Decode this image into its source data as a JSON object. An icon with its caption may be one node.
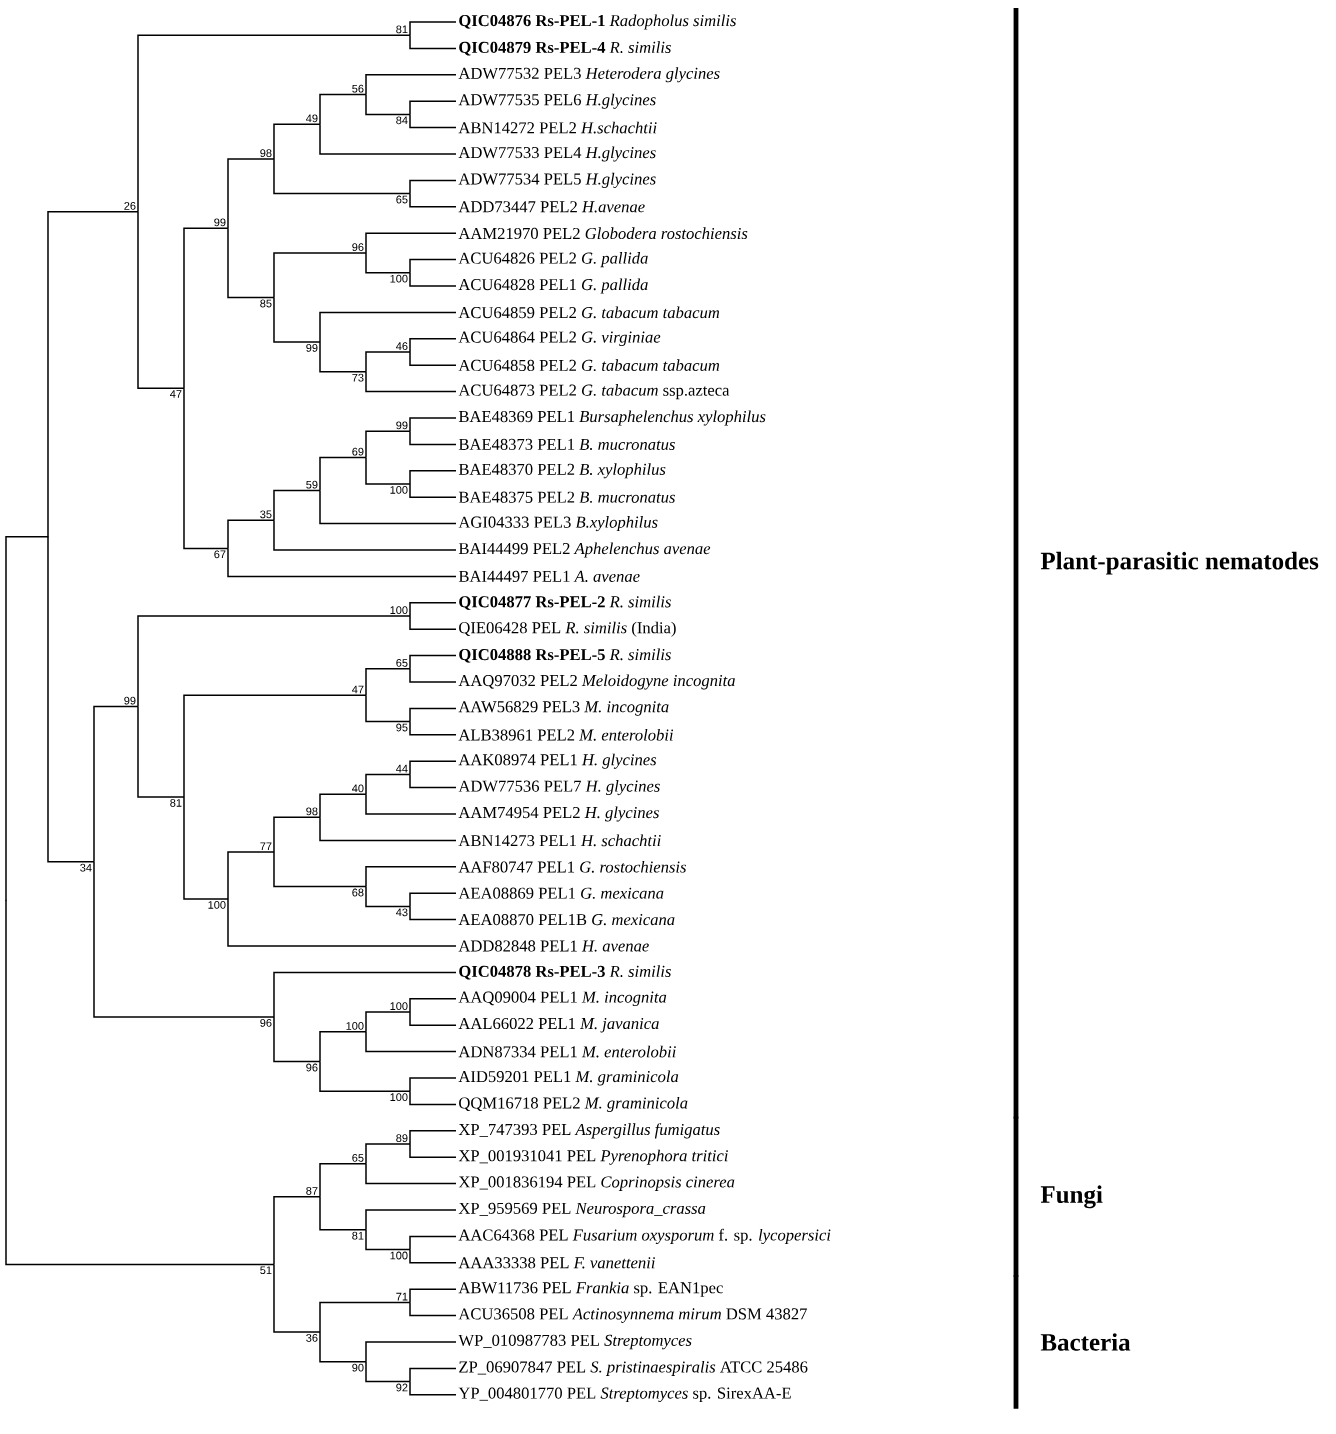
{
  "diagram": {
    "nodes": [
      {
        "text": [
          "**QIC04876 Rs-PEL-1** *Radopholus similis*"
        ]
      },
      {
        "text": [
          "**QIC04879 Rs-PEL-4** *R. similis*"
        ]
      },
      {
        "text": [
          "ADW77532 PEL3 *Heterodera glycines*"
        ]
      },
      {
        "text": [
          "ADW77535 PEL6 *H.glycines*"
        ]
      },
      {
        "text": [
          "ABN14272 PEL2 *H.schachtii*"
        ]
      },
      {
        "text": [
          "ADW77533 PEL4 *H.glycines*"
        ]
      },
      {
        "text": [
          "ADW77534 PEL5 *H.glycines*"
        ]
      },
      {
        "text": [
          "ADD73447 PEL2 *H.avenae*"
        ]
      },
      {
        "text": [
          "AAM21970 PEL2 *Globodera rostochiensis*"
        ]
      },
      {
        "text": [
          "ACU64826 PEL2 *G. pallida*"
        ]
      },
      {
        "text": [
          "ACU64828 PEL1 *G. pallida*"
        ]
      },
      {
        "text": [
          "ACU64859 PEL2 *G. tabacum tabacum*"
        ]
      },
      {
        "text": [
          "ACU64864 PEL2 *G. virginiae*"
        ]
      },
      {
        "text": [
          "ACU64858 PEL2 *G. tabacum tabacum*"
        ]
      },
      {
        "text": [
          "ACU64873 PEL2 *G. tabacum* ssp.azteca"
        ]
      },
      {
        "text": [
          "BAE48369 PEL1 *Bursaphelenchus xylophilus*"
        ]
      },
      {
        "text": [
          "BAE48373 PEL1 *B. mucronatus*"
        ]
      },
      {
        "text": [
          "BAE48370 PEL2 *B. xylophilus*"
        ]
      },
      {
        "text": [
          "BAE48375 PEL2 *B. mucronatus*"
        ]
      },
      {
        "text": [
          "AGI04333 PEL3 *B.xylophilus*"
        ]
      },
      {
        "text": [
          "BAI44499 PEL2 *Aphelenchus avenae*"
        ]
      },
      {
        "text": [
          "BAI44497 PEL1 *A. avenae*"
        ]
      },
      {
        "text": [
          "**QIC04877 Rs-PEL-2** *R. similis*"
        ]
      },
      {
        "text": [
          "QIE06428 PEL *R. similis* (India)"
        ]
      },
      {
        "text": [
          "**QIC04888 Rs-PEL-5** *R. similis*"
        ]
      },
      {
        "text": [
          "AAQ97032 PEL2 *Meloidogyne incognita*"
        ]
      },
      {
        "text": [
          "AAW56829 PEL3 *M. incognita*"
        ]
      },
      {
        "text": [
          "ALB38961 PEL2 *M. enterolobii*"
        ]
      },
      {
        "text": [
          "AAK08974 PEL1 *H. glycines*"
        ]
      },
      {
        "text": [
          "ADW77536 PEL7 *H. glycines*"
        ]
      },
      {
        "text": [
          "AAM74954 PEL2 *H. glycines*"
        ]
      },
      {
        "text": [
          "ABN14273 PEL1 *H. schachtii*"
        ]
      },
      {
        "text": [
          "AAF80747 PEL1 *G. rostochiensis*"
        ]
      },
      {
        "text": [
          "AEA08869 PEL1 *G. mexicana*"
        ]
      },
      {
        "text": [
          "AEA08870 PEL1B *G. mexicana*"
        ]
      },
      {
        "text": [
          "ADD82848 PEL1 *H. avenae*"
        ]
      },
      {
        "text": [
          "**QIC04878 Rs-PEL-3** *R. similis*"
        ]
      },
      {
        "text": [
          "AAQ09004 PEL1 *M. incognita*"
        ]
      },
      {
        "text": [
          "AAL66022 PEL1 *M. javanica*"
        ]
      },
      {
        "text": [
          "ADN87334 PEL1 *M. enterolobii*"
        ]
      },
      {
        "text": [
          "AID59201 PEL1 *M. graminicola*"
        ]
      },
      {
        "text": [
          "QQM16718 PEL2 *M. graminicola*"
        ]
      },
      {
        "text": [
          "XP_747393 PEL *Aspergillus fumigatus*"
        ]
      },
      {
        "text": [
          "XP_001931041 PEL *Pyrenophora tritici*"
        ]
      },
      {
        "text": [
          "XP_001836194 PEL *Coprinopsis cinerea*"
        ]
      },
      {
        "text": [
          "XP_959569 PEL *Neurospora_crassa*"
        ]
      },
      {
        "text": [
          "AAC64368 PEL *Fusarium oxysporum* f. sp. *lycopersici*"
        ]
      },
      {
        "text": [
          "AAA33338 PEL *F. vanettenii*"
        ]
      },
      {
        "text": [
          "ABW11736 PEL *Frankia* sp. EAN1pec"
        ]
      },
      {
        "text": [
          "ACU36508 PEL *Actinosynnema mirum* DSM 43827"
        ]
      },
      {
        "text": [
          "WP_010987783 PEL *Streptomyces*"
        ]
      },
      {
        "text": [
          "ZP_06907847 PEL *S. pristinaespiralis* ATCC 25486"
        ]
      },
      {
        "text": [
          "YP_004801770 PEL *Streptomyces* sp. SirexAA-E"
        ]
      },
      {
        "text": [],
        "shape": "point"
      },
      {
        "text": [],
        "shape": "point"
      },
      {
        "text": [
          "26"
        ]
      },
      {
        "text": [
          "81"
        ]
      },
      {
        "text": [
          "47"
        ]
      },
      {
        "text": [
          "99"
        ]
      },
      {
        "text": [
          "98"
        ]
      },
      {
        "text": [
          "49"
        ]
      },
      {
        "text": [
          "56"
        ]
      },
      {
        "text": [
          "84"
        ]
      },
      {
        "text": [
          "65"
        ]
      },
      {
        "text": [
          "85"
        ]
      },
      {
        "text": [
          "96"
        ]
      },
      {
        "text": [
          "100"
        ]
      },
      {
        "text": [
          "99"
        ]
      },
      {
        "text": [
          "73"
        ]
      },
      {
        "text": [
          "46"
        ]
      },
      {
        "text": [
          "67"
        ]
      },
      {
        "text": [
          "35"
        ]
      },
      {
        "text": [
          "59"
        ]
      },
      {
        "text": [
          "69"
        ]
      },
      {
        "text": [
          "99"
        ]
      },
      {
        "text": [
          "100"
        ]
      },
      {
        "text": [
          "34"
        ]
      },
      {
        "text": [
          "99"
        ]
      },
      {
        "text": [
          "100"
        ]
      },
      {
        "text": [
          "81"
        ]
      },
      {
        "text": [
          "47"
        ]
      },
      {
        "text": [
          "65"
        ]
      },
      {
        "text": [
          "95"
        ]
      },
      {
        "text": [
          "100"
        ]
      },
      {
        "text": [
          "77"
        ]
      },
      {
        "text": [
          "98"
        ]
      },
      {
        "text": [
          "40"
        ]
      },
      {
        "text": [
          "44"
        ]
      },
      {
        "text": [
          "68"
        ]
      },
      {
        "text": [
          "43"
        ]
      },
      {
        "text": [
          "96"
        ]
      },
      {
        "text": [
          "96"
        ]
      },
      {
        "text": [
          "100"
        ]
      },
      {
        "text": [
          "100"
        ]
      },
      {
        "text": [
          "100"
        ]
      },
      {
        "text": [
          "51"
        ]
      },
      {
        "text": [
          "87"
        ]
      },
      {
        "text": [
          "65"
        ]
      },
      {
        "text": [
          "89"
        ]
      },
      {
        "text": [
          "81"
        ]
      },
      {
        "text": [
          "100"
        ]
      },
      {
        "text": [
          "36"
        ]
      },
      {
        "text": [
          "71"
        ]
      },
      {
        "text": [
          "90"
        ]
      },
      {
        "text": [
          "92"
        ]
      }
    ],
    "edges": [
      {
        "from": 53,
        "to": 54,
        "arrow": "none"
      },
      {
        "from": 53,
        "to": 95,
        "arrow": "none"
      },
      {
        "from": 54,
        "to": 55,
        "arrow": "none"
      },
      {
        "from": 54,
        "to": 76,
        "arrow": "none"
      },
      {
        "from": 55,
        "to": 56,
        "arrow": "none"
      },
      {
        "from": 55,
        "to": 57,
        "arrow": "none"
      },
      {
        "from": 56,
        "to": 0,
        "arrow": "none"
      },
      {
        "from": 56,
        "to": 1,
        "arrow": "none"
      },
      {
        "from": 57,
        "to": 58,
        "arrow": "none"
      },
      {
        "from": 57,
        "to": 70,
        "arrow": "none"
      },
      {
        "from": 58,
        "to": 59,
        "arrow": "none"
      },
      {
        "from": 58,
        "to": 64,
        "arrow": "none"
      },
      {
        "from": 59,
        "to": 60,
        "arrow": "none"
      },
      {
        "from": 59,
        "to": 63,
        "arrow": "none"
      },
      {
        "from": 60,
        "to": 61,
        "arrow": "none"
      },
      {
        "from": 60,
        "to": 5,
        "arrow": "none"
      },
      {
        "from": 61,
        "to": 2,
        "arrow": "none"
      },
      {
        "from": 61,
        "to": 62,
        "arrow": "none"
      },
      {
        "from": 62,
        "to": 3,
        "arrow": "none"
      },
      {
        "from": 62,
        "to": 4,
        "arrow": "none"
      },
      {
        "from": 63,
        "to": 6,
        "arrow": "none"
      },
      {
        "from": 63,
        "to": 7,
        "arrow": "none"
      },
      {
        "from": 64,
        "to": 65,
        "arrow": "none"
      },
      {
        "from": 64,
        "to": 67,
        "arrow": "none"
      },
      {
        "from": 65,
        "to": 8,
        "arrow": "none"
      },
      {
        "from": 65,
        "to": 66,
        "arrow": "none"
      },
      {
        "from": 66,
        "to": 9,
        "arrow": "none"
      },
      {
        "from": 66,
        "to": 10,
        "arrow": "none"
      },
      {
        "from": 67,
        "to": 11,
        "arrow": "none"
      },
      {
        "from": 67,
        "to": 68,
        "arrow": "none"
      },
      {
        "from": 68,
        "to": 69,
        "arrow": "none"
      },
      {
        "from": 68,
        "to": 14,
        "arrow": "none"
      },
      {
        "from": 69,
        "to": 12,
        "arrow": "none"
      },
      {
        "from": 69,
        "to": 13,
        "arrow": "none"
      },
      {
        "from": 70,
        "to": 71,
        "arrow": "none"
      },
      {
        "from": 70,
        "to": 21,
        "arrow": "none"
      },
      {
        "from": 71,
        "to": 72,
        "arrow": "none"
      },
      {
        "from": 71,
        "to": 20,
        "arrow": "none"
      },
      {
        "from": 72,
        "to": 73,
        "arrow": "none"
      },
      {
        "from": 72,
        "to": 19,
        "arrow": "none"
      },
      {
        "from": 73,
        "to": 74,
        "arrow": "none"
      },
      {
        "from": 73,
        "to": 75,
        "arrow": "none"
      },
      {
        "from": 74,
        "to": 15,
        "arrow": "none"
      },
      {
        "from": 74,
        "to": 16,
        "arrow": "none"
      },
      {
        "from": 75,
        "to": 17,
        "arrow": "none"
      },
      {
        "from": 75,
        "to": 18,
        "arrow": "none"
      },
      {
        "from": 76,
        "to": 77,
        "arrow": "none"
      },
      {
        "from": 76,
        "to": 90,
        "arrow": "none"
      },
      {
        "from": 77,
        "to": 78,
        "arrow": "none"
      },
      {
        "from": 77,
        "to": 79,
        "arrow": "none"
      },
      {
        "from": 78,
        "to": 22,
        "arrow": "none"
      },
      {
        "from": 78,
        "to": 23,
        "arrow": "none"
      },
      {
        "from": 79,
        "to": 80,
        "arrow": "none"
      },
      {
        "from": 79,
        "to": 83,
        "arrow": "none"
      },
      {
        "from": 80,
        "to": 81,
        "arrow": "none"
      },
      {
        "from": 80,
        "to": 82,
        "arrow": "none"
      },
      {
        "from": 81,
        "to": 24,
        "arrow": "none"
      },
      {
        "from": 81,
        "to": 25,
        "arrow": "none"
      },
      {
        "from": 82,
        "to": 26,
        "arrow": "none"
      },
      {
        "from": 82,
        "to": 27,
        "arrow": "none"
      },
      {
        "from": 83,
        "to": 84,
        "arrow": "none"
      },
      {
        "from": 83,
        "to": 35,
        "arrow": "none"
      },
      {
        "from": 84,
        "to": 85,
        "arrow": "none"
      },
      {
        "from": 84,
        "to": 88,
        "arrow": "none"
      },
      {
        "from": 85,
        "to": 86,
        "arrow": "none"
      },
      {
        "from": 85,
        "to": 31,
        "arrow": "none"
      },
      {
        "from": 86,
        "to": 87,
        "arrow": "none"
      },
      {
        "from": 86,
        "to": 30,
        "arrow": "none"
      },
      {
        "from": 87,
        "to": 28,
        "arrow": "none"
      },
      {
        "from": 87,
        "to": 29,
        "arrow": "none"
      },
      {
        "from": 88,
        "to": 32,
        "arrow": "none"
      },
      {
        "from": 88,
        "to": 89,
        "arrow": "none"
      },
      {
        "from": 89,
        "to": 33,
        "arrow": "none"
      },
      {
        "from": 89,
        "to": 34,
        "arrow": "none"
      },
      {
        "from": 90,
        "to": 36,
        "arrow": "none"
      },
      {
        "from": 90,
        "to": 91,
        "arrow": "none"
      },
      {
        "from": 91,
        "to": 92,
        "arrow": "none"
      },
      {
        "from": 91,
        "to": 94,
        "arrow": "none"
      },
      {
        "from": 92,
        "to": 93,
        "arrow": "none"
      },
      {
        "from": 92,
        "to": 39,
        "arrow": "none"
      },
      {
        "from": 93,
        "to": 37,
        "arrow": "none"
      },
      {
        "from": 93,
        "to": 38,
        "arrow": "none"
      },
      {
        "from": 94,
        "to": 40,
        "arrow": "none"
      },
      {
        "from": 94,
        "to": 41,
        "arrow": "none"
      },
      {
        "from": 95,
        "to": 96,
        "arrow": "none"
      },
      {
        "from": 95,
        "to": 101,
        "arrow": "none"
      },
      {
        "from": 96,
        "to": 97,
        "arrow": "none"
      },
      {
        "from": 96,
        "to": 99,
        "arrow": "none"
      },
      {
        "from": 97,
        "to": 98,
        "arrow": "none"
      },
      {
        "from": 97,
        "to": 44,
        "arrow": "none"
      },
      {
        "from": 98,
        "to": 42,
        "arrow": "none"
      },
      {
        "from": 98,
        "to": 43,
        "arrow": "none"
      },
      {
        "from": 99,
        "to": 45,
        "arrow": "none"
      },
      {
        "from": 99,
        "to": 100,
        "arrow": "none"
      },
      {
        "from": 100,
        "to": 46,
        "arrow": "none"
      },
      {
        "from": 100,
        "to": 47,
        "arrow": "none"
      },
      {
        "from": 101,
        "to": 102,
        "arrow": "none"
      },
      {
        "from": 101,
        "to": 103,
        "arrow": "none"
      },
      {
        "from": 102,
        "to": 48,
        "arrow": "none"
      },
      {
        "from": 102,
        "to": 49,
        "arrow": "none"
      },
      {
        "from": 103,
        "to": 50,
        "arrow": "none"
      },
      {
        "from": 103,
        "to": 104,
        "arrow": "none"
      },
      {
        "from": 104,
        "to": 51,
        "arrow": "none"
      },
      {
        "from": 104,
        "to": 52,
        "arrow": "none"
      }
    ],
    "labels": [
      "Plant-parasitic nematodes",
      "Fungi",
      "Bacteria"
    ]
  }
}
